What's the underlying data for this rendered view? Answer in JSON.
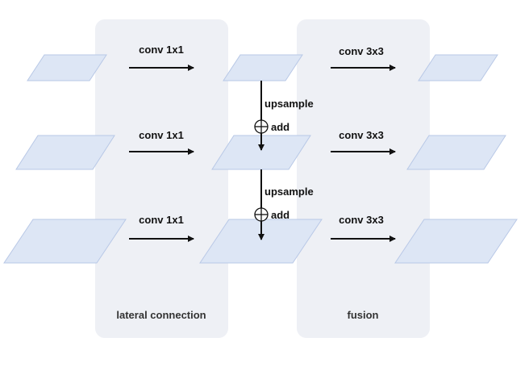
{
  "colors": {
    "background": "#ffffff",
    "panel_fill": "#eef0f5",
    "plane_fill": "#dde6f5",
    "plane_stroke": "#b8c8e6",
    "arrow": "#111111",
    "text": "#111111"
  },
  "panels": {
    "lateral": {
      "label": "lateral connection"
    },
    "fusion": {
      "label": "fusion"
    }
  },
  "rows": [
    {
      "lateral_op": "conv 1x1",
      "fusion_op": "conv 3x3"
    },
    {
      "lateral_op": "conv 1x1",
      "fusion_op": "conv 3x3"
    },
    {
      "lateral_op": "conv 1x1",
      "fusion_op": "conv 3x3"
    }
  ],
  "merges": [
    {
      "upsample_label": "upsample",
      "add_label": "add"
    },
    {
      "upsample_label": "upsample",
      "add_label": "add"
    }
  ]
}
